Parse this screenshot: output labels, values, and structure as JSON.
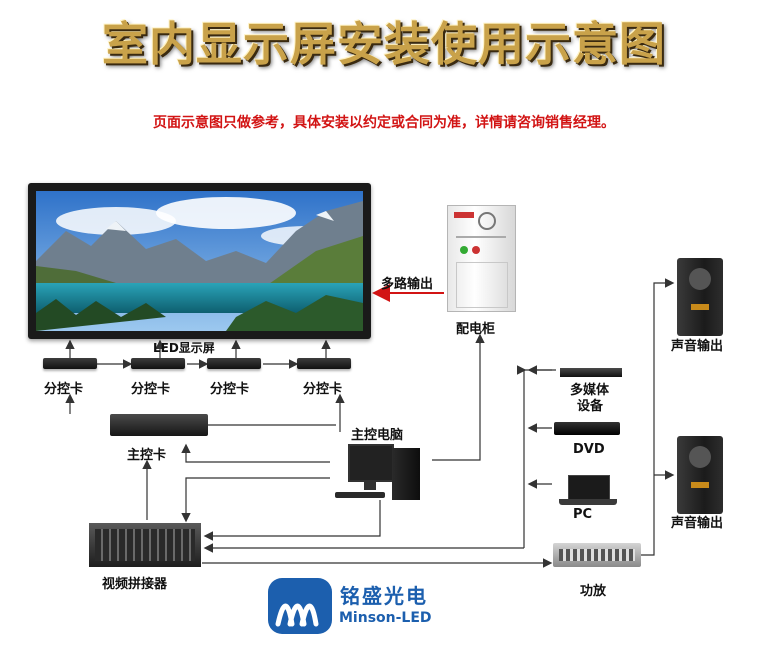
{
  "title": "室内显示屏安装使用示意图",
  "subtitle": "页面示意图只做参考，具体安装以约定或合同为准，详情请咨询销售经理。",
  "labels": {
    "led_screen": "LED显示屏",
    "sub_card": "分控卡",
    "main_card": "主控卡",
    "main_pc": "主控电脑",
    "multi_output": "多路输出",
    "cabinet": "配电柜",
    "speaker_output": "声音输出",
    "multimedia_line1": "多媒体",
    "multimedia_line2": "设备",
    "dvd": "DVD",
    "pc": "PC",
    "video_splicer": "视频拼接器",
    "amplifier": "功放"
  },
  "logo": {
    "cn": "铭盛光电",
    "en": "Minson-LED",
    "color": "#1c5fae"
  },
  "colors": {
    "title_gold": "#c9a24a",
    "subtitle_red": "#d21414",
    "arrow_red": "#d21414",
    "line_dark": "#333333"
  }
}
